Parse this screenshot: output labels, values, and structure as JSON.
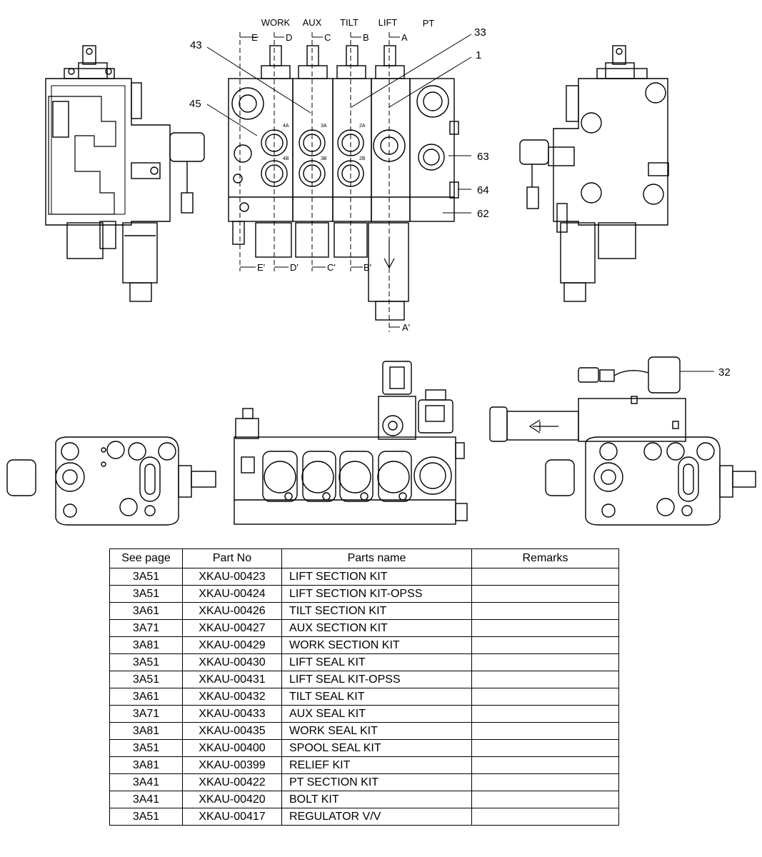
{
  "diagram": {
    "section_labels": [
      "WORK",
      "AUX",
      "TILT",
      "LIFT",
      "PT"
    ],
    "section_letters_top": [
      "E",
      "D",
      "C",
      "B",
      "A"
    ],
    "section_letters_bottom": [
      "E'",
      "D'",
      "C'",
      "B'",
      "A'"
    ],
    "callouts": [
      "43",
      "45",
      "33",
      "1",
      "63",
      "64",
      "62",
      "32"
    ],
    "port_marks": [
      "4A",
      "3A",
      "2A",
      "4B",
      "3B",
      "2B"
    ]
  },
  "table": {
    "headers": [
      "See page",
      "Part No",
      "Parts name",
      "Remarks"
    ],
    "rows": [
      {
        "page": "3A51",
        "part": "XKAU-00423",
        "name": "LIFT SECTION KIT",
        "remarks": ""
      },
      {
        "page": "3A51",
        "part": "XKAU-00424",
        "name": "LIFT SECTION KIT-OPSS",
        "remarks": ""
      },
      {
        "page": "3A61",
        "part": "XKAU-00426",
        "name": "TILT SECTION KIT",
        "remarks": ""
      },
      {
        "page": "3A71",
        "part": "XKAU-00427",
        "name": "AUX SECTION KIT",
        "remarks": ""
      },
      {
        "page": "3A81",
        "part": "XKAU-00429",
        "name": "WORK SECTION KIT",
        "remarks": ""
      },
      {
        "page": "3A51",
        "part": "XKAU-00430",
        "name": "LIFT SEAL KIT",
        "remarks": ""
      },
      {
        "page": "3A51",
        "part": "XKAU-00431",
        "name": "LIFT SEAL KIT-OPSS",
        "remarks": ""
      },
      {
        "page": "3A61",
        "part": "XKAU-00432",
        "name": "TILT SEAL KIT",
        "remarks": ""
      },
      {
        "page": "3A71",
        "part": "XKAU-00433",
        "name": "AUX SEAL KIT",
        "remarks": ""
      },
      {
        "page": "3A81",
        "part": "XKAU-00435",
        "name": "WORK SEAL KIT",
        "remarks": ""
      },
      {
        "page": "3A51",
        "part": "XKAU-00400",
        "name": "SPOOL SEAL KIT",
        "remarks": ""
      },
      {
        "page": "3A81",
        "part": "XKAU-00399",
        "name": "RELIEF KIT",
        "remarks": ""
      },
      {
        "page": "3A41",
        "part": "XKAU-00422",
        "name": "PT SECTION KIT",
        "remarks": ""
      },
      {
        "page": "3A41",
        "part": "XKAU-00420",
        "name": "BOLT KIT",
        "remarks": ""
      },
      {
        "page": "3A51",
        "part": "XKAU-00417",
        "name": "REGULATOR V/V",
        "remarks": ""
      }
    ]
  }
}
